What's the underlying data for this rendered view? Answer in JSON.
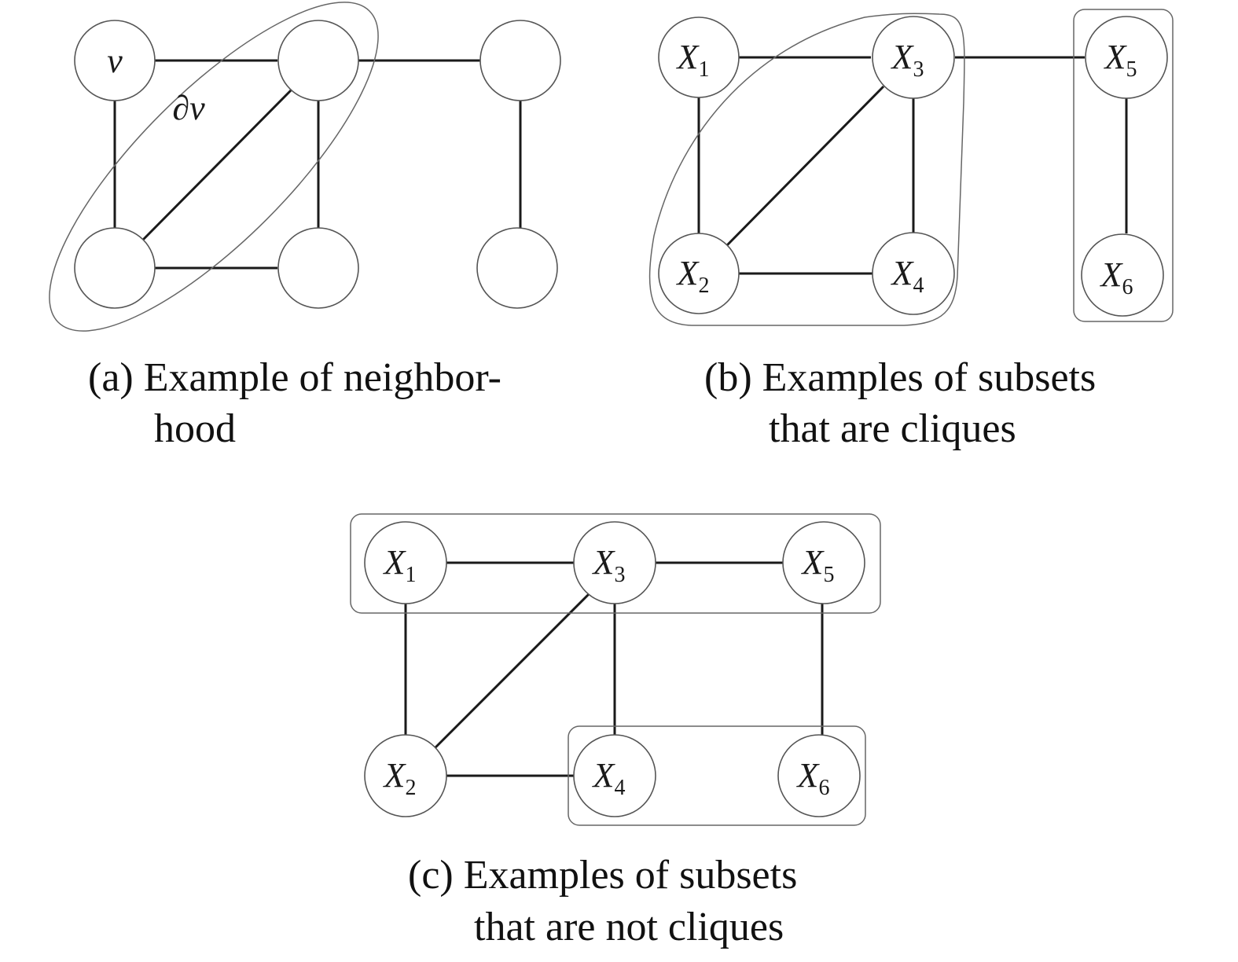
{
  "panel_a": {
    "node_v_label": "v",
    "neighborhood_label": "∂v",
    "caption_line1": "(a) Example of neighbor-",
    "caption_line2": "hood"
  },
  "panel_b": {
    "nodes": [
      {
        "base": "X",
        "sub": "1"
      },
      {
        "base": "X",
        "sub": "2"
      },
      {
        "base": "X",
        "sub": "3"
      },
      {
        "base": "X",
        "sub": "4"
      },
      {
        "base": "X",
        "sub": "5"
      },
      {
        "base": "X",
        "sub": "6"
      }
    ],
    "caption_line1": "(b) Examples of subsets",
    "caption_line2": "that are cliques"
  },
  "panel_c": {
    "nodes": [
      {
        "base": "X",
        "sub": "1"
      },
      {
        "base": "X",
        "sub": "2"
      },
      {
        "base": "X",
        "sub": "3"
      },
      {
        "base": "X",
        "sub": "4"
      },
      {
        "base": "X",
        "sub": "5"
      },
      {
        "base": "X",
        "sub": "6"
      }
    ],
    "caption_line1": "(c) Examples of subsets",
    "caption_line2": "that are not cliques"
  }
}
